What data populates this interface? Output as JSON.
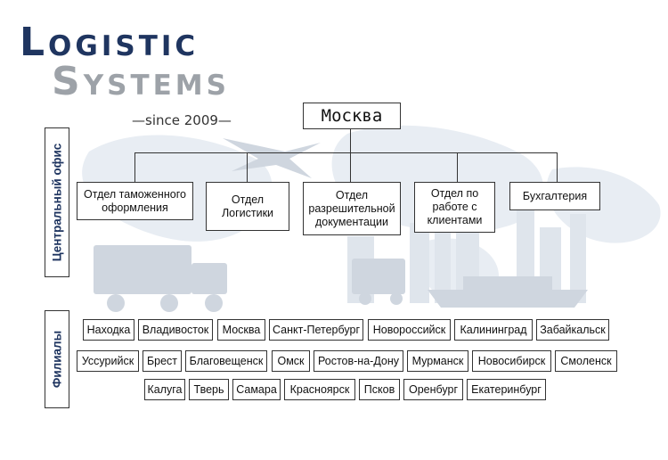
{
  "logo": {
    "line1": "Logistic",
    "line2": "Systems",
    "since": "—since 2009—"
  },
  "root": "Москва",
  "side_labels": {
    "central": "Центральный офис",
    "branches": "Филиалы"
  },
  "departments": [
    "Отдел таможенного оформления",
    "Отдел Логистики",
    "Отдел разрешительной документации",
    "Отдел по работе с клиентами",
    "Бухгалтерия"
  ],
  "branch_rows": [
    [
      "Находка",
      "Владивосток",
      "Москва",
      "Санкт-Петербург",
      "Новороссийск",
      "Калининград",
      "Забайкальск"
    ],
    [
      "Уссурийск",
      "Брест",
      "Благовещенск",
      "Омск",
      "Ростов-на-Дону",
      "Мурманск",
      "Новосибирск",
      "Смоленск"
    ],
    [
      "Калуга",
      "Тверь",
      "Самара",
      "Красноярск",
      "Псков",
      "Оренбург",
      "Екатеринбург"
    ]
  ],
  "colors": {
    "navy": "#1f3560",
    "grey": "#9da2a8",
    "border": "#333333"
  }
}
